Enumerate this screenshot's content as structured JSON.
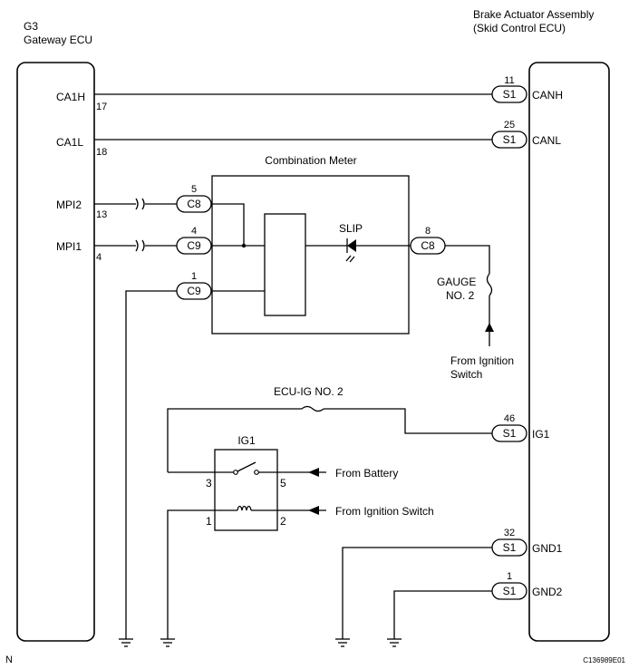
{
  "left_ecu": {
    "code": "G3",
    "name": "Gateway ECU"
  },
  "right_ecu": {
    "name_line1": "Brake Actuator Assembly",
    "name_line2": "(Skid Control ECU)"
  },
  "left_pins": {
    "ca1h": {
      "name": "CA1H",
      "num": "17"
    },
    "ca1l": {
      "name": "CA1L",
      "num": "18"
    },
    "mpi2": {
      "name": "MPI2",
      "num": "13"
    },
    "mpi1": {
      "name": "MPI1",
      "num": "4"
    }
  },
  "right_pins": {
    "canh": {
      "name": "CANH",
      "num": "11",
      "conn": "S1"
    },
    "canl": {
      "name": "CANL",
      "num": "25",
      "conn": "S1"
    },
    "ig1": {
      "name": "IG1",
      "num": "46",
      "conn": "S1"
    },
    "gnd1": {
      "name": "GND1",
      "num": "32",
      "conn": "S1"
    },
    "gnd2": {
      "name": "GND2",
      "num": "1",
      "conn": "S1"
    }
  },
  "combination_meter": {
    "title": "Combination Meter",
    "conn_mpi2": {
      "label": "C8",
      "num": "5"
    },
    "conn_mpi1": {
      "label": "C9",
      "num": "4"
    },
    "conn_gnd": {
      "label": "C9",
      "num": "1"
    },
    "conn_slip": {
      "label": "C8",
      "num": "8"
    },
    "slip_label": "SLIP"
  },
  "gauge_fuse": {
    "line1": "GAUGE",
    "line2": "NO. 2"
  },
  "from_ign_1": {
    "line1": "From Ignition",
    "line2": "Switch"
  },
  "ecu_ig_fuse": "ECU-IG NO. 2",
  "relay": {
    "name": "IG1",
    "pin3": "3",
    "pin5": "5",
    "pin1": "1",
    "pin2": "2",
    "from_battery": "From Battery",
    "from_ign": "From Ignition Switch"
  },
  "corner_left": "N",
  "figure_code": "C136989E01"
}
